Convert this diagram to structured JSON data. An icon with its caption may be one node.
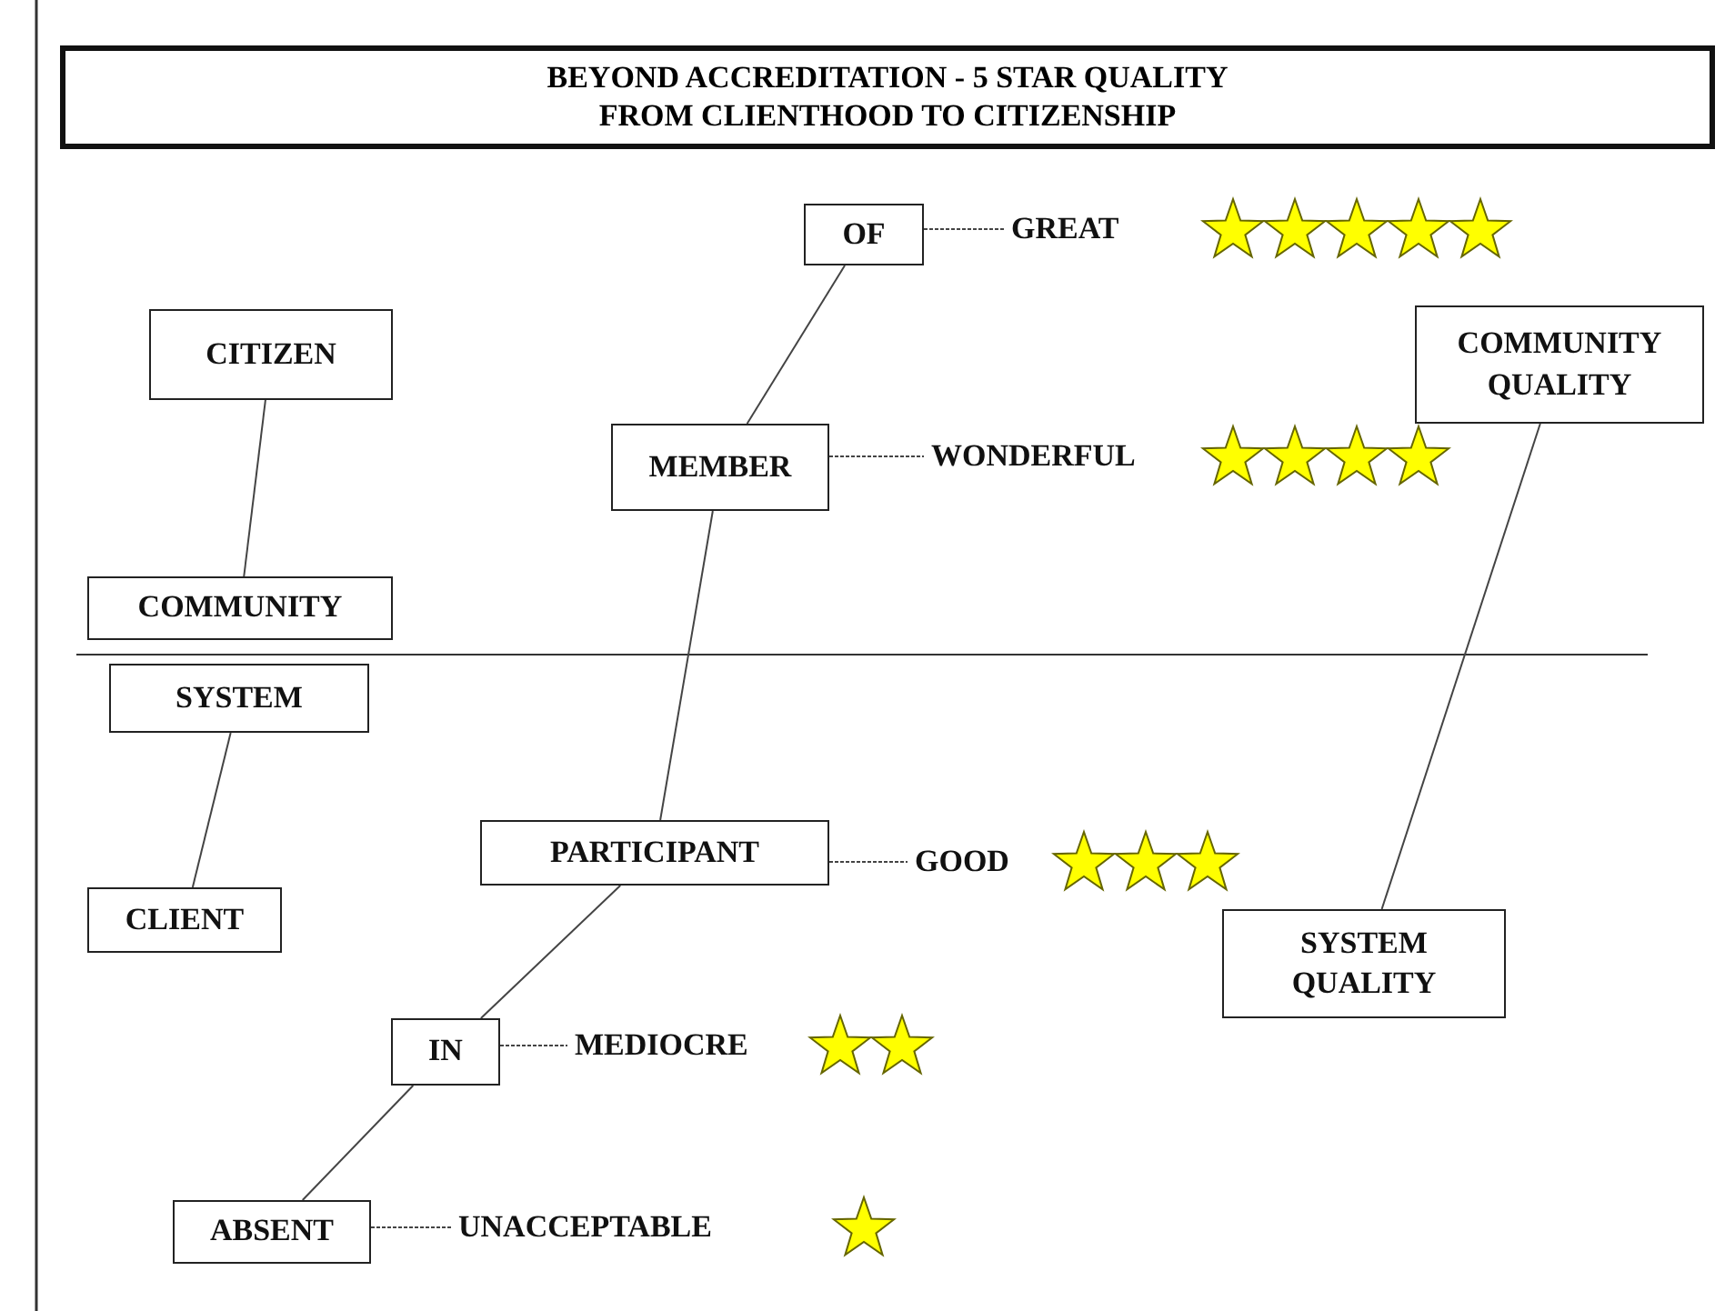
{
  "diagram": {
    "title": "BEYOND ACCREDITATION -  5 STAR QUALITY FROM CLIENTHOOD TO CITIZENSHIP",
    "nodes": [
      {
        "text": [
          "OF"
        ]
      },
      {
        "text": [
          "GREAT"
        ]
      },
      {
        "text": [
          "CITIZEN"
        ]
      },
      {
        "text": [
          "COMMUNITY QUALITY"
        ]
      },
      {
        "text": [
          "MEMBER"
        ]
      },
      {
        "text": [
          "WONDERFUL"
        ]
      },
      {
        "text": [
          "COMMUNITY"
        ]
      },
      {
        "text": [
          "SYSTEM"
        ]
      },
      {
        "text": [
          "PARTICIPANT"
        ]
      },
      {
        "text": [
          "GOOD"
        ]
      },
      {
        "text": [
          "CLIENT"
        ]
      },
      {
        "text": [
          "SYSTEM QUALITY"
        ]
      },
      {
        "text": [
          "IN"
        ]
      },
      {
        "text": [
          "MEDIOCRE"
        ]
      },
      {
        "text": [
          "ABSENT"
        ]
      },
      {
        "text": [
          "UNACCEPTABLE"
        ]
      }
    ],
    "edges": [
      {
        "from": 0,
        "to": 1,
        "arrow": "none",
        "style": "dashed"
      },
      {
        "from": 2,
        "to": 6,
        "arrow": "none"
      },
      {
        "from": 0,
        "to": 4,
        "arrow": "none"
      },
      {
        "from": 4,
        "to": 5,
        "arrow": "none",
        "style": "dashed"
      },
      {
        "from": 4,
        "to": 8,
        "arrow": "none"
      },
      {
        "from": 3,
        "to": 11,
        "arrow": "none"
      },
      {
        "from": 7,
        "to": 10,
        "arrow": "none"
      },
      {
        "from": 8,
        "to": 9,
        "arrow": "none",
        "style": "dashed"
      },
      {
        "from": 8,
        "to": 12,
        "arrow": "none"
      },
      {
        "from": 12,
        "to": 13,
        "arrow": "none",
        "style": "dashed"
      },
      {
        "from": 12,
        "to": 14,
        "arrow": "none"
      },
      {
        "from": 14,
        "to": 15,
        "arrow": "none",
        "style": "dashed"
      }
    ]
  }
}
